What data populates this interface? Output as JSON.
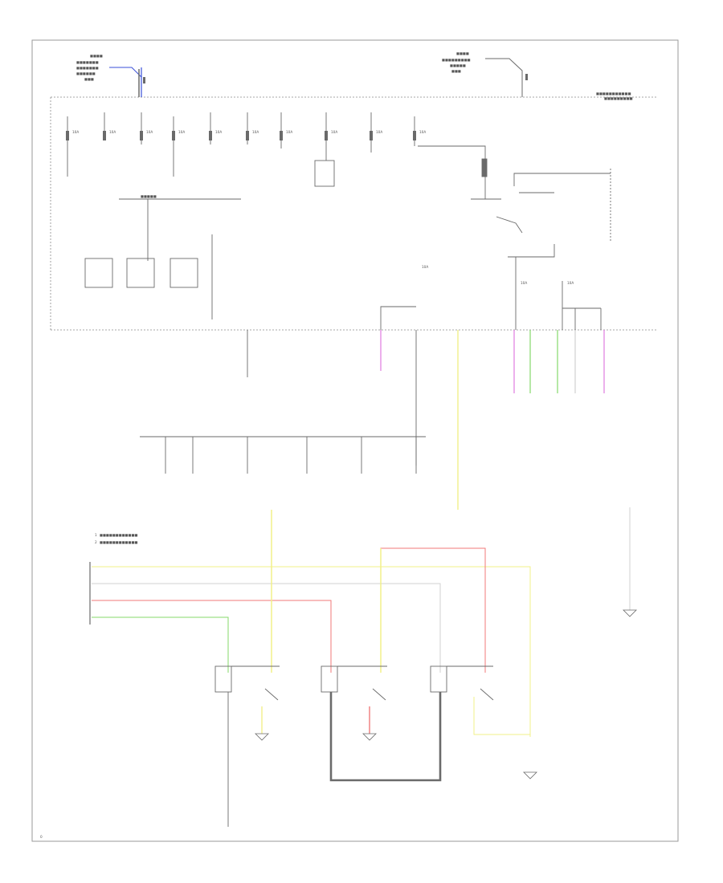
{
  "fuses": [
    {
      "id": "f1",
      "amps": "10A"
    },
    {
      "id": "f2",
      "amps": "10A"
    },
    {
      "id": "f3",
      "amps": "10A"
    },
    {
      "id": "f4",
      "amps": "10A"
    },
    {
      "id": "f5",
      "amps": "10A"
    },
    {
      "id": "f6",
      "amps": "10A"
    },
    {
      "id": "f7",
      "amps": "10A"
    },
    {
      "id": "f8",
      "amps": "10A"
    },
    {
      "id": "f9",
      "amps": "10A"
    },
    {
      "id": "f10",
      "amps": "10A"
    },
    {
      "id": "f11",
      "amps": "10A"
    },
    {
      "id": "f12",
      "amps": "10A"
    },
    {
      "id": "f13",
      "amps": "10A"
    }
  ],
  "wire_colors": {
    "blue": "#3a4fd8",
    "magenta": "#e07ae0",
    "green": "#86d96a",
    "yellow": "#f2f08a",
    "red": "#f07a7a",
    "grey": "#d0d0d0",
    "black": "#6a6a6a"
  },
  "legend": [
    "1",
    "2"
  ],
  "page_marker": "0"
}
